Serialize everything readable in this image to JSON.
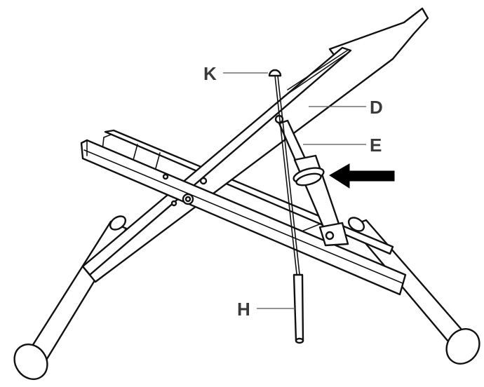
{
  "labels": {
    "k": "K",
    "d": "D",
    "e": "E",
    "h": "H"
  },
  "colors": {
    "line": "#111111",
    "label": "#3a3a3a",
    "arrow": "#000000"
  },
  "icons": {
    "arrow": "arrow-left-icon"
  }
}
